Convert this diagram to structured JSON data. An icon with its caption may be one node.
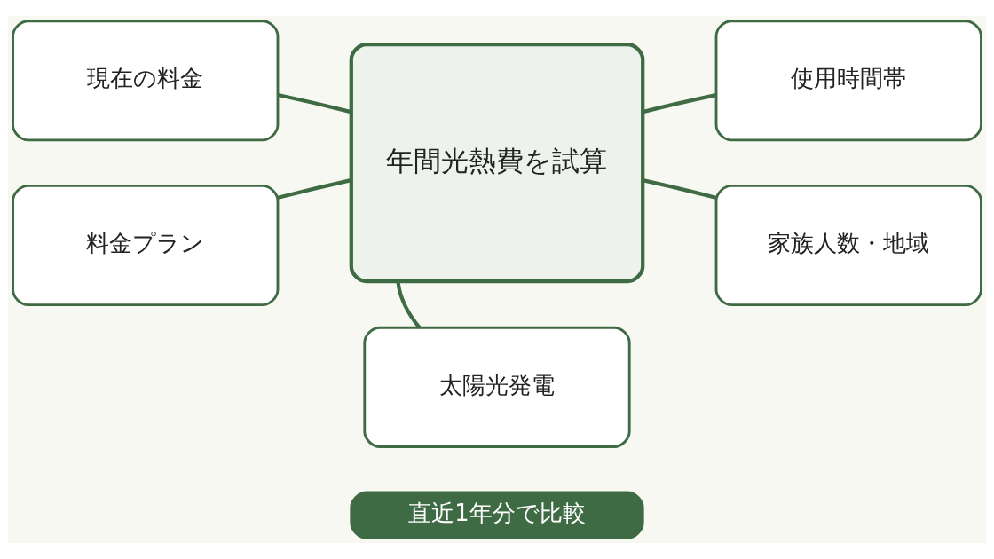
{
  "diagram": {
    "nodes": [
      {
        "text": [
          "年間光熱費を試算"
        ]
      },
      {
        "text": [
          "現在の料金"
        ]
      },
      {
        "text": [
          "料金プラン"
        ]
      },
      {
        "text": [
          "使用時間帯"
        ]
      },
      {
        "text": [
          "家族人数・地域"
        ]
      },
      {
        "text": [
          "太陽光発電"
        ]
      },
      {
        "text": [
          "直近1年分で比較"
        ]
      }
    ],
    "edges": [
      {
        "from": 0,
        "to": 1,
        "arrow": "none"
      },
      {
        "from": 0,
        "to": 2,
        "arrow": "none"
      },
      {
        "from": 0,
        "to": 3,
        "arrow": "none"
      },
      {
        "from": 0,
        "to": 4,
        "arrow": "none"
      },
      {
        "from": 0,
        "to": 5,
        "arrow": "none"
      }
    ]
  }
}
